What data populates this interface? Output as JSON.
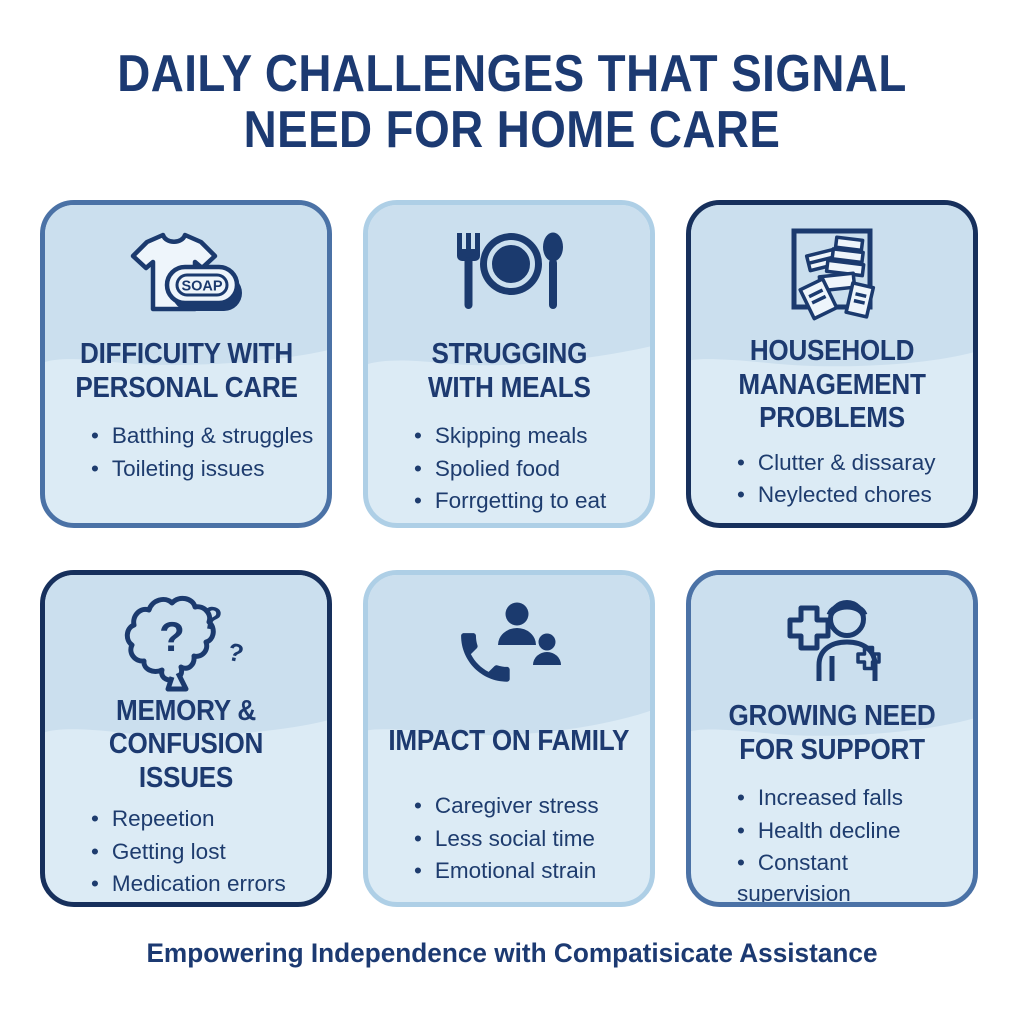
{
  "header": {
    "title": "DAILY CHALLENGES THAT SIGNAL\nNEED FOR HOME CARE"
  },
  "palette": {
    "navy_text": "#1c3a72",
    "icon_navy": "#1b3a6e",
    "card_background": "#dcebf5",
    "card_top_background": "#cbdfee",
    "border_medium_blue": "#4b72a6",
    "border_pale_blue": "#aecfe6",
    "border_dark_navy": "#17305c",
    "page_background": "#ffffff"
  },
  "cards": [
    {
      "icon": "tshirt-soap-icon",
      "soap_label": "SOAP",
      "title": "DIFFICUITY WITH\nPERSONAL CARE",
      "bullets": [
        "Batthing & struggles",
        "Toileting issues"
      ],
      "border_color": "#4b72a6"
    },
    {
      "icon": "meal-cutlery-plate-icon",
      "title": "STRUGGING\nWITH MEALS",
      "bullets": [
        "Skipping meals",
        "Spolied food",
        "Forrgetting to eat"
      ],
      "border_color": "#aecfe6"
    },
    {
      "icon": "cluttered-box-icon",
      "title": "HOUSEHOLD\nMANAGEMENT\nPROBLEMS",
      "bullets": [
        "Clutter & dissaray",
        "Neylected chores"
      ],
      "border_color": "#17305c"
    },
    {
      "icon": "brain-question-marks-icon",
      "question_glyph": "?",
      "title": "MEMORY &\nCONFUSION ISSUES",
      "bullets": [
        "Repeetion",
        "Getting lost",
        "Medication errors"
      ],
      "border_color": "#17305c"
    },
    {
      "icon": "phone-family-icon",
      "title": "IMPACT ON FAMILY",
      "bullets": [
        "Caregiver stress",
        "Less social time",
        "Emotional strain"
      ],
      "border_color": "#aecfe6"
    },
    {
      "icon": "caregiver-medical-cross-icon",
      "title": "GROWING NEED\nFOR SUPPORT",
      "bullets": [
        "Increased falls",
        "Health decline",
        "Constant supervision"
      ],
      "border_color": "#4b72a6"
    }
  ],
  "footer": {
    "tagline": "Empowering Independence with Compatisicate Assistance"
  }
}
